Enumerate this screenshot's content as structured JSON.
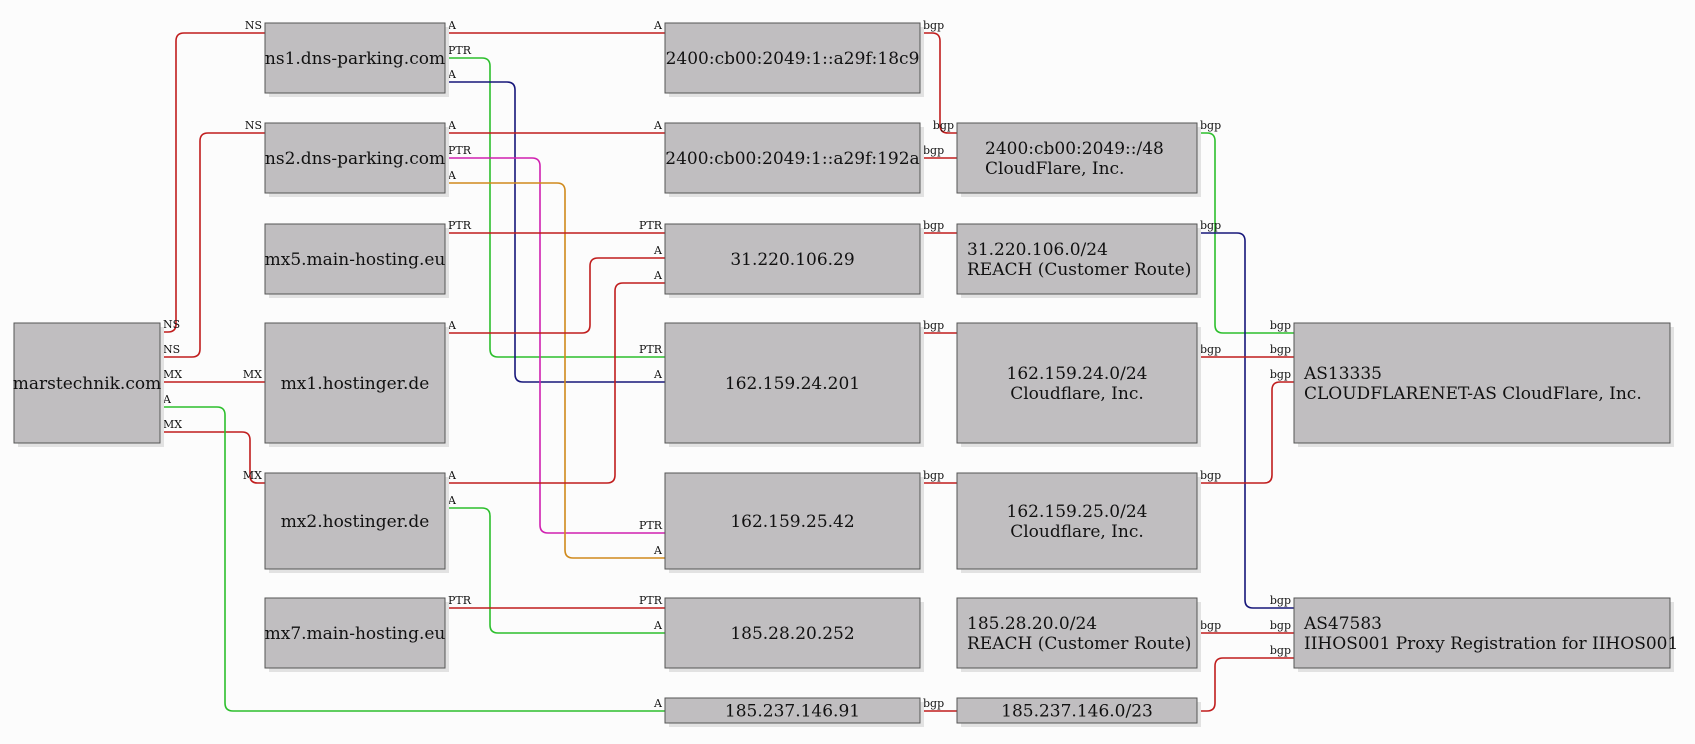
{
  "colors": {
    "red": "#c01d1d",
    "green": "#2cbf2c",
    "navy": "#16167a",
    "magenta": "#d020b0",
    "orange": "#d08a1c"
  },
  "nodes": {
    "domain": "marstechnik.com",
    "ns1": "ns1.dns-parking.com",
    "ns2": "ns2.dns-parking.com",
    "mx5": "mx5.main-hosting.eu",
    "mx1": "mx1.hostinger.de",
    "mx2": "mx2.hostinger.de",
    "mx7": "mx7.main-hosting.eu",
    "ip6a": "2400:cb00:2049:1::a29f:18c9",
    "ip6b": "2400:cb00:2049:1::a29f:192a",
    "ipReach1": "31.220.106.29",
    "ipCf1": "162.159.24.201",
    "ipCf2": "162.159.25.42",
    "ipReach2": "185.28.20.252",
    "ipHost": "185.237.146.91",
    "pfx6": [
      "2400:cb00:2049::/48",
      "CloudFlare, Inc."
    ],
    "pfxReach1": [
      "31.220.106.0/24",
      "REACH (Customer Route)"
    ],
    "pfxCf1": [
      "162.159.24.0/24",
      "Cloudflare, Inc."
    ],
    "pfxCf2": [
      "162.159.25.0/24",
      "Cloudflare, Inc."
    ],
    "pfxReach2": [
      "185.28.20.0/24",
      "REACH (Customer Route)"
    ],
    "pfxHost": "185.237.146.0/23",
    "asCf": [
      "AS13335",
      "CLOUDFLARENET-AS CloudFlare, Inc."
    ],
    "asHost": [
      "AS47583",
      "IIHOS001 Proxy Registration for IIHOS001"
    ]
  },
  "edge_labels": {
    "ns": "NS",
    "mx": "MX",
    "a": "A",
    "ptr": "PTR",
    "bgp": "bgp"
  }
}
